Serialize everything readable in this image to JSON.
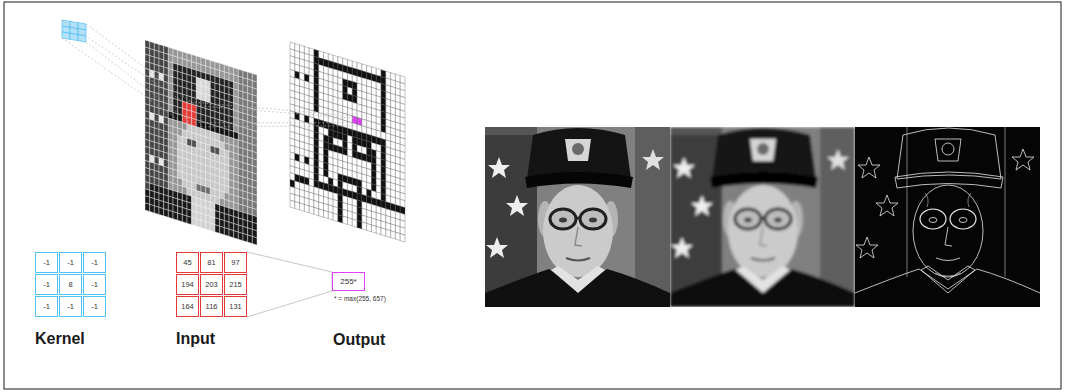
{
  "diagram": {
    "nodes": [
      {
        "text": [
          "-1",
          "-1",
          "-1",
          "-1",
          "8",
          "-1",
          "-1",
          "-1",
          "-1",
          "Kernel"
        ]
      },
      {
        "text": [
          "45",
          "81",
          "97",
          "194",
          "203",
          "215",
          "164",
          "116",
          "131",
          "Input"
        ]
      },
      {
        "text": [
          "255*",
          "Output"
        ]
      }
    ],
    "edges": [
      {
        "from": 1,
        "to": 2,
        "arrow": "none"
      }
    ],
    "labels": [
      "* = max(255, 657)"
    ]
  }
}
